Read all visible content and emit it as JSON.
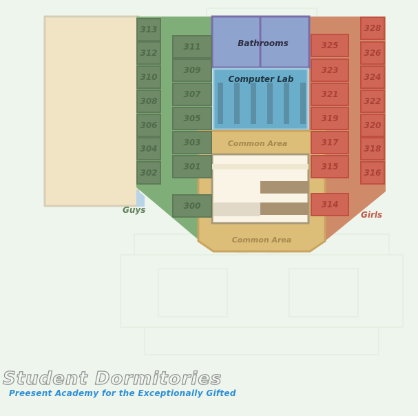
{
  "colors": {
    "background": "#eef5ec",
    "cream": "#f1e4c4",
    "guys": "#7fae78",
    "guys_room": "#6f8a67",
    "girls": "#cf8a6a",
    "girls_room": "#d06656",
    "bathrooms": "#8fa3cf",
    "lab": "#6aaecb",
    "common": "#dcbe78",
    "accent_blue": "#2e8fd6"
  },
  "map": {
    "guys_label": "Guys",
    "girls_label": "Girls",
    "bathrooms_label": "Bathrooms",
    "lab_label": "Computer Lab",
    "common_top_label": "Common Area",
    "common_bottom_label": "Common Area",
    "guys_outer_rooms": [
      "313",
      "312",
      "310",
      "308",
      "306",
      "304",
      "302"
    ],
    "guys_inner_rooms": [
      "311",
      "309",
      "307",
      "305",
      "303",
      "301",
      "300"
    ],
    "girls_inner_rooms": [
      "325",
      "323",
      "321",
      "319",
      "317",
      "315",
      "314"
    ],
    "girls_outer_rooms": [
      "328",
      "326",
      "324",
      "322",
      "320",
      "318",
      "316"
    ]
  },
  "footer": {
    "title": "Student Dormitories",
    "subtitle": "Preesent Academy for the Exceptionally Gifted"
  }
}
